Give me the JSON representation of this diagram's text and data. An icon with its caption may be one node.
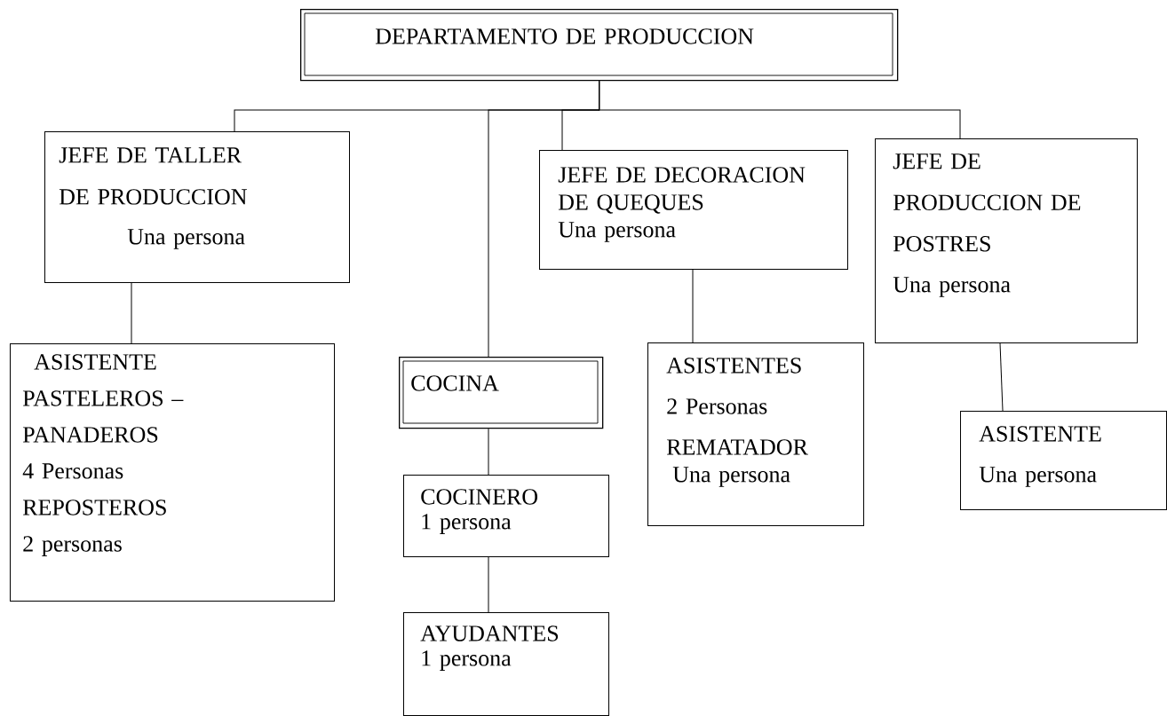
{
  "diagram": {
    "nodes": [
      {
        "text": [
          "DEPARTAMENTO DE PRODUCCION"
        ]
      },
      {
        "text": [
          "JEFE DE TALLER DE PRODUCCION",
          "Una persona"
        ]
      },
      {
        "text": [
          "JEFE DE DECORACION DE QUEQUES",
          "Una persona"
        ]
      },
      {
        "text": [
          "JEFE DE PRODUCCION DE POSTRES",
          "Una persona"
        ]
      },
      {
        "text": [
          "ASISTENTE PASTELEROS – PANADEROS",
          "4 Personas",
          "REPOSTEROS",
          "2 personas"
        ]
      },
      {
        "text": [
          "COCINA"
        ]
      },
      {
        "text": [
          "ASISTENTES",
          "2 Personas",
          "REMATADOR",
          "Una persona"
        ]
      },
      {
        "text": [
          "ASISTENTE",
          "Una persona"
        ]
      },
      {
        "text": [
          "COCINERO",
          "1 persona"
        ]
      },
      {
        "text": [
          "AYUDANTES",
          "1 persona"
        ]
      }
    ],
    "edges": [
      {
        "from": 0,
        "to": 1,
        "arrow": "none"
      },
      {
        "from": 0,
        "to": 5,
        "arrow": "none"
      },
      {
        "from": 0,
        "to": 2,
        "arrow": "none"
      },
      {
        "from": 0,
        "to": 3,
        "arrow": "none"
      },
      {
        "from": 1,
        "to": 4,
        "arrow": "none"
      },
      {
        "from": 5,
        "to": 8,
        "arrow": "none"
      },
      {
        "from": 8,
        "to": 9,
        "arrow": "none"
      },
      {
        "from": 2,
        "to": 6,
        "arrow": "none"
      },
      {
        "from": 3,
        "to": 7,
        "arrow": "none"
      }
    ]
  }
}
